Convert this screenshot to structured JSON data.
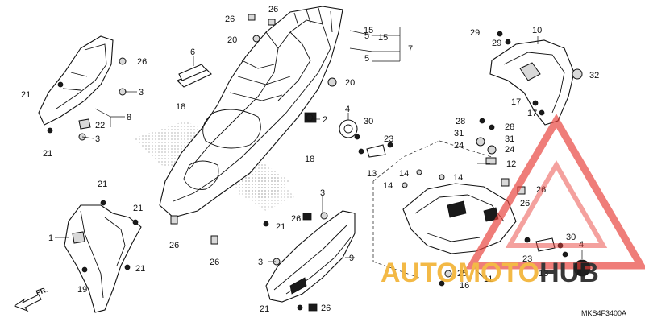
{
  "diagram": {
    "code": "MKS4F3400A",
    "direction_label": "FR.",
    "callouts": [
      {
        "id": "c1",
        "text": "1"
      },
      {
        "id": "c2",
        "text": "2"
      },
      {
        "id": "c3a",
        "text": "3"
      },
      {
        "id": "c3b",
        "text": "3"
      },
      {
        "id": "c3c",
        "text": "3"
      },
      {
        "id": "c3d",
        "text": "3"
      },
      {
        "id": "c4a",
        "text": "4"
      },
      {
        "id": "c4b",
        "text": "4"
      },
      {
        "id": "c5a",
        "text": "5"
      },
      {
        "id": "c5b",
        "text": "5"
      },
      {
        "id": "c6",
        "text": "6"
      },
      {
        "id": "c7",
        "text": "7"
      },
      {
        "id": "c8",
        "text": "8"
      },
      {
        "id": "c9",
        "text": "9"
      },
      {
        "id": "c10",
        "text": "10"
      },
      {
        "id": "c11",
        "text": "11"
      },
      {
        "id": "c12",
        "text": "12"
      },
      {
        "id": "c13a",
        "text": "13"
      },
      {
        "id": "c13b",
        "text": "13"
      },
      {
        "id": "c14a",
        "text": "14"
      },
      {
        "id": "c14b",
        "text": "14"
      },
      {
        "id": "c14c",
        "text": "14"
      },
      {
        "id": "c15a",
        "text": "15"
      },
      {
        "id": "c15b",
        "text": "15"
      },
      {
        "id": "c16",
        "text": "16"
      },
      {
        "id": "c17a",
        "text": "17"
      },
      {
        "id": "c17b",
        "text": "17"
      },
      {
        "id": "c18a",
        "text": "18"
      },
      {
        "id": "c18b",
        "text": "18"
      },
      {
        "id": "c19",
        "text": "19"
      },
      {
        "id": "c20a",
        "text": "20"
      },
      {
        "id": "c20b",
        "text": "20"
      },
      {
        "id": "c21a",
        "text": "21"
      },
      {
        "id": "c21b",
        "text": "21"
      },
      {
        "id": "c21c",
        "text": "21"
      },
      {
        "id": "c21d",
        "text": "21"
      },
      {
        "id": "c21e",
        "text": "21"
      },
      {
        "id": "c21f",
        "text": "21"
      },
      {
        "id": "c21g",
        "text": "21"
      },
      {
        "id": "c22",
        "text": "22"
      },
      {
        "id": "c23a",
        "text": "23"
      },
      {
        "id": "c23b",
        "text": "23"
      },
      {
        "id": "c24a",
        "text": "24"
      },
      {
        "id": "c24b",
        "text": "24"
      },
      {
        "id": "c25",
        "text": "25"
      },
      {
        "id": "c26a",
        "text": "26"
      },
      {
        "id": "c26b",
        "text": "26"
      },
      {
        "id": "c26c",
        "text": "26"
      },
      {
        "id": "c26d",
        "text": "26"
      },
      {
        "id": "c26e",
        "text": "26"
      },
      {
        "id": "c26f",
        "text": "26"
      },
      {
        "id": "c26g",
        "text": "26"
      },
      {
        "id": "c26h",
        "text": "26"
      },
      {
        "id": "c26i",
        "text": "26"
      },
      {
        "id": "c28a",
        "text": "28"
      },
      {
        "id": "c28b",
        "text": "28"
      },
      {
        "id": "c29a",
        "text": "29"
      },
      {
        "id": "c29b",
        "text": "29"
      },
      {
        "id": "c30a",
        "text": "30"
      },
      {
        "id": "c30b",
        "text": "30"
      },
      {
        "id": "c31a",
        "text": "31"
      },
      {
        "id": "c31b",
        "text": "31"
      },
      {
        "id": "c32",
        "text": "32"
      }
    ]
  },
  "watermark": {
    "brand_auto": "AUTO",
    "brand_moto": "MOTO",
    "brand_hub": "HUB",
    "color_primary": "#e8403a",
    "color_secondary": "#f2b233",
    "color_dark": "#222222"
  }
}
